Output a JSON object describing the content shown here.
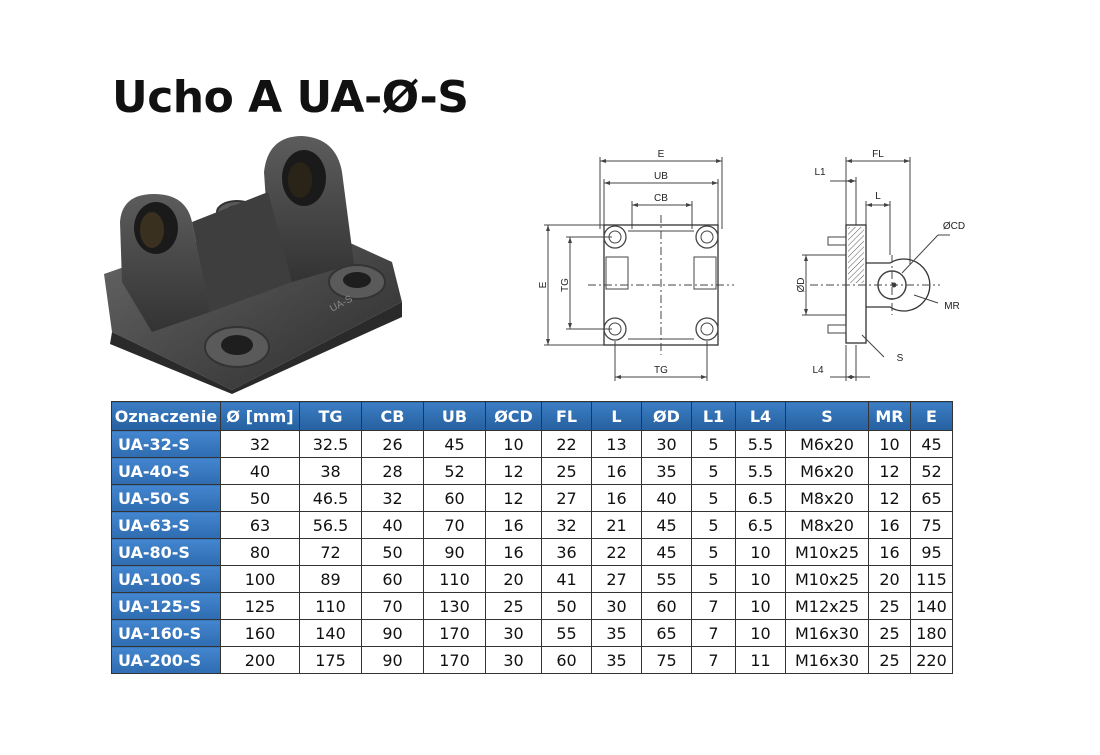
{
  "title": "Ucho A UA-Ø-S",
  "drawing_labels": {
    "front": {
      "e_top": "E",
      "ub": "UB",
      "cb": "CB",
      "e_left": "E",
      "tg_left": "TG",
      "tg_bottom": "TG"
    },
    "side": {
      "fl": "FL",
      "l1": "L1",
      "l": "L",
      "cd": "ØCD",
      "d": "ØD",
      "mr": "MR",
      "s": "S",
      "l4": "L4"
    }
  },
  "table": {
    "headers": [
      "Oznaczenie",
      "Ø [mm]",
      "TG",
      "CB",
      "UB",
      "ØCD",
      "FL",
      "L",
      "ØD",
      "L1",
      "L4",
      "S",
      "MR",
      "E"
    ],
    "rows": [
      [
        "UA-32-S",
        "32",
        "32.5",
        "26",
        "45",
        "10",
        "22",
        "13",
        "30",
        "5",
        "5.5",
        "M6x20",
        "10",
        "45"
      ],
      [
        "UA-40-S",
        "40",
        "38",
        "28",
        "52",
        "12",
        "25",
        "16",
        "35",
        "5",
        "5.5",
        "M6x20",
        "12",
        "52"
      ],
      [
        "UA-50-S",
        "50",
        "46.5",
        "32",
        "60",
        "12",
        "27",
        "16",
        "40",
        "5",
        "6.5",
        "M8x20",
        "12",
        "65"
      ],
      [
        "UA-63-S",
        "63",
        "56.5",
        "40",
        "70",
        "16",
        "32",
        "21",
        "45",
        "5",
        "6.5",
        "M8x20",
        "16",
        "75"
      ],
      [
        "UA-80-S",
        "80",
        "72",
        "50",
        "90",
        "16",
        "36",
        "22",
        "45",
        "5",
        "10",
        "M10x25",
        "16",
        "95"
      ],
      [
        "UA-100-S",
        "100",
        "89",
        "60",
        "110",
        "20",
        "41",
        "27",
        "55",
        "5",
        "10",
        "M10x25",
        "20",
        "115"
      ],
      [
        "UA-125-S",
        "125",
        "110",
        "70",
        "130",
        "25",
        "50",
        "30",
        "60",
        "7",
        "10",
        "M12x25",
        "25",
        "140"
      ],
      [
        "UA-160-S",
        "160",
        "140",
        "90",
        "170",
        "30",
        "55",
        "35",
        "65",
        "7",
        "10",
        "M16x30",
        "25",
        "180"
      ],
      [
        "UA-200-S",
        "200",
        "175",
        "90",
        "170",
        "30",
        "60",
        "35",
        "75",
        "7",
        "11",
        "M16x30",
        "25",
        "220"
      ]
    ]
  }
}
